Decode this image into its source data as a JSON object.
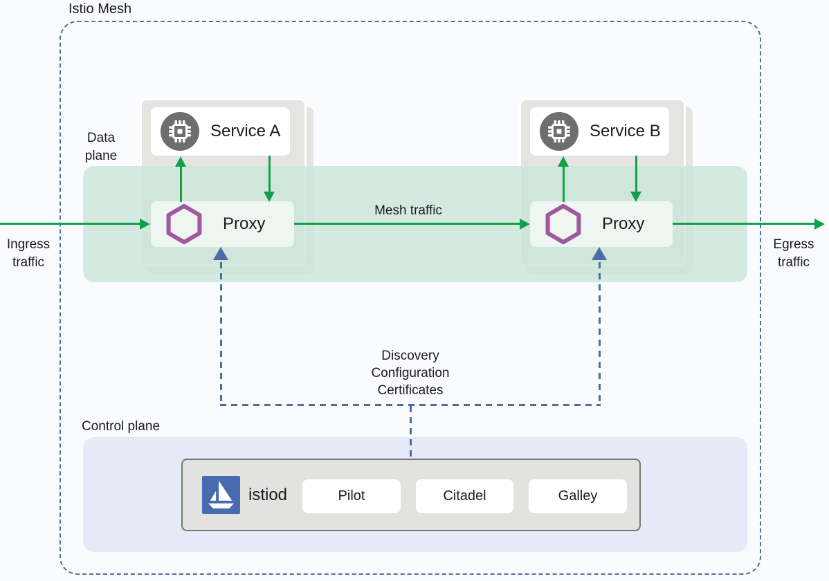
{
  "mesh": {
    "title": "Istio Mesh",
    "data_plane_label": "Data plane",
    "control_plane_label": "Control plane"
  },
  "traffic": {
    "ingress": "Ingress traffic",
    "egress": "Egress traffic",
    "mesh": "Mesh traffic"
  },
  "services": [
    {
      "name": "Service A",
      "proxy_label": "Proxy"
    },
    {
      "name": "Service B",
      "proxy_label": "Proxy"
    }
  ],
  "control_link": {
    "lines": [
      "Discovery",
      "Configuration",
      "Certificates"
    ]
  },
  "control_plane": {
    "istiod_label": "istiod",
    "components": [
      "Pilot",
      "Citadel",
      "Galley"
    ]
  },
  "icons": {
    "service": "microchip-icon",
    "proxy": "envoy-hexagon-icon",
    "istiod": "istio-sailboat-logo"
  },
  "colors": {
    "green": "#12A04B",
    "purple": "#A158A0",
    "blue_dash": "#4C6DA4",
    "istio_blue": "#466BB0",
    "data_plane_band": "rgba(203,230,217,0.8)",
    "control_plane_band": "#E5EAF6",
    "group_gray": "#E4E4E1",
    "istiod_gray": "#E2E2E0",
    "proxy_fill": "#EDF6F1",
    "icon_gray": "#6E6E6E",
    "text": "#1B1B1B",
    "background": "#FAFBFE"
  }
}
